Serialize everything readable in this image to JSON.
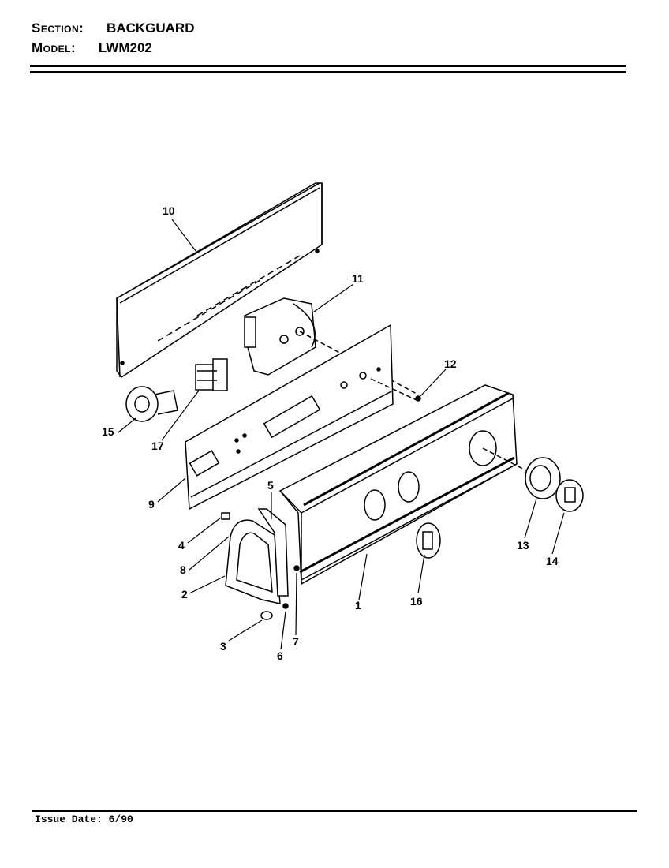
{
  "header": {
    "section_label": "Section:",
    "section_value": "BACKGUARD",
    "model_label": "Model:",
    "model_value": "LWM202"
  },
  "footer": {
    "issue_date": "Issue Date: 6/90"
  },
  "callouts": {
    "c1": "1",
    "c2": "2",
    "c3": "3",
    "c4": "4",
    "c5": "5",
    "c6": "6",
    "c7": "7",
    "c8": "8",
    "c9": "9",
    "c10": "10",
    "c11": "11",
    "c12": "12",
    "c13": "13",
    "c14": "14",
    "c15": "15",
    "c16": "16",
    "c17": "17"
  }
}
